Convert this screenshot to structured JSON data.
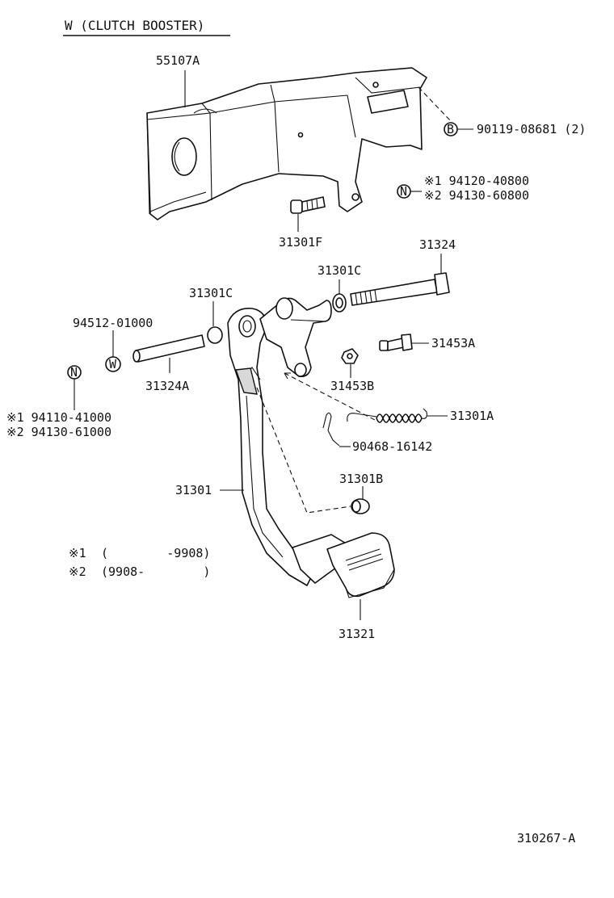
{
  "title": "W (CLUTCH BOOSTER)",
  "diagram_id": "310267-A",
  "symbols": {
    "b": "B",
    "n": "N",
    "w": "W",
    "note": "※"
  },
  "parts": {
    "p55107A": "55107A",
    "p90119": "90119-08681 (2)",
    "p94120": "※1 94120-40800",
    "p94130_60800": "※2 94130-60800",
    "p31301F": "31301F",
    "p31324": "31324",
    "p31301C_a": "31301C",
    "p31301C_b": "31301C",
    "p94512": "94512-01000",
    "p31453A": "31453A",
    "p31324A": "31324A",
    "p31453B": "31453B",
    "p94110": "※1 94110-41000",
    "p94130_61000": "※2 94130-61000",
    "p31301A": "31301A",
    "p90468": "90468-16142",
    "p31301B": "31301B",
    "p31301": "31301",
    "p31321": "31321"
  },
  "notes": {
    "n1_mark": "※1",
    "n1_range": "(        -9908)",
    "n2_mark": "※2",
    "n2_range": "(9908-        )"
  }
}
